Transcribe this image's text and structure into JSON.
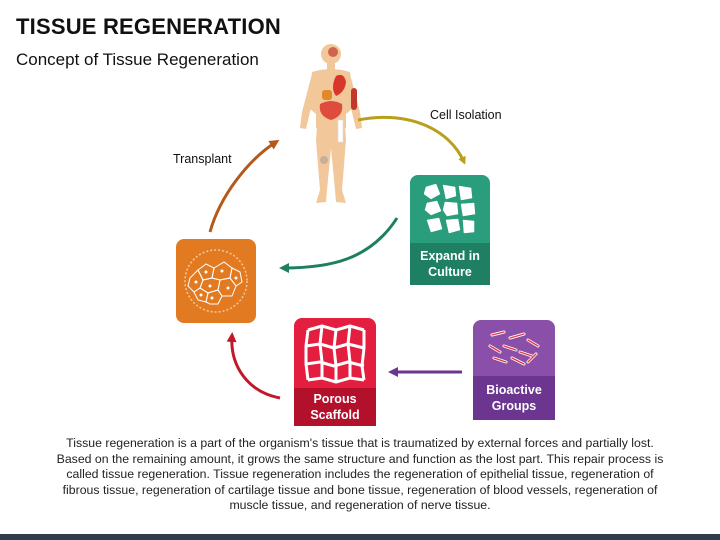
{
  "header": {
    "title": "TISSUE REGENERATION",
    "subtitle": "Concept of Tissue Regeneration"
  },
  "labels": {
    "cell_isolation": "Cell Isolation",
    "transplant": "Transplant"
  },
  "cards": {
    "expand": {
      "line1": "Expand in",
      "line2": "Culture",
      "color": "#2a9d7c",
      "cap_color": "#1f7f63"
    },
    "bioactive": {
      "line1": "Bioactive",
      "line2": "Groups",
      "color": "#8a4fa8",
      "cap_color": "#6b3590"
    },
    "scaffold": {
      "line1": "Porous",
      "line2": "Scaffold",
      "color": "#e41e3f",
      "cap_color": "#b3102c"
    },
    "tissue": {
      "color": "#e27a22"
    }
  },
  "arrows": {
    "cell_isolation_color": "#b8a01e",
    "to_tissue_color": "#1f7f63",
    "to_scaffold_color": "#6b3590",
    "to_cells_color": "#c2182e",
    "transplant_color": "#b5591a"
  },
  "description": "Tissue regeneration is a part of the organism's tissue that is traumatized by external forces and partially lost. Based on the remaining amount, it grows the same structure and function as the lost part. This repair process is called tissue regeneration. Tissue regeneration includes the regeneration of epithelial tissue, regeneration of fibrous tissue, regeneration of cartilage tissue and bone tissue, regeneration of blood vessels, regeneration of muscle tissue, and regeneration of nerve tissue."
}
